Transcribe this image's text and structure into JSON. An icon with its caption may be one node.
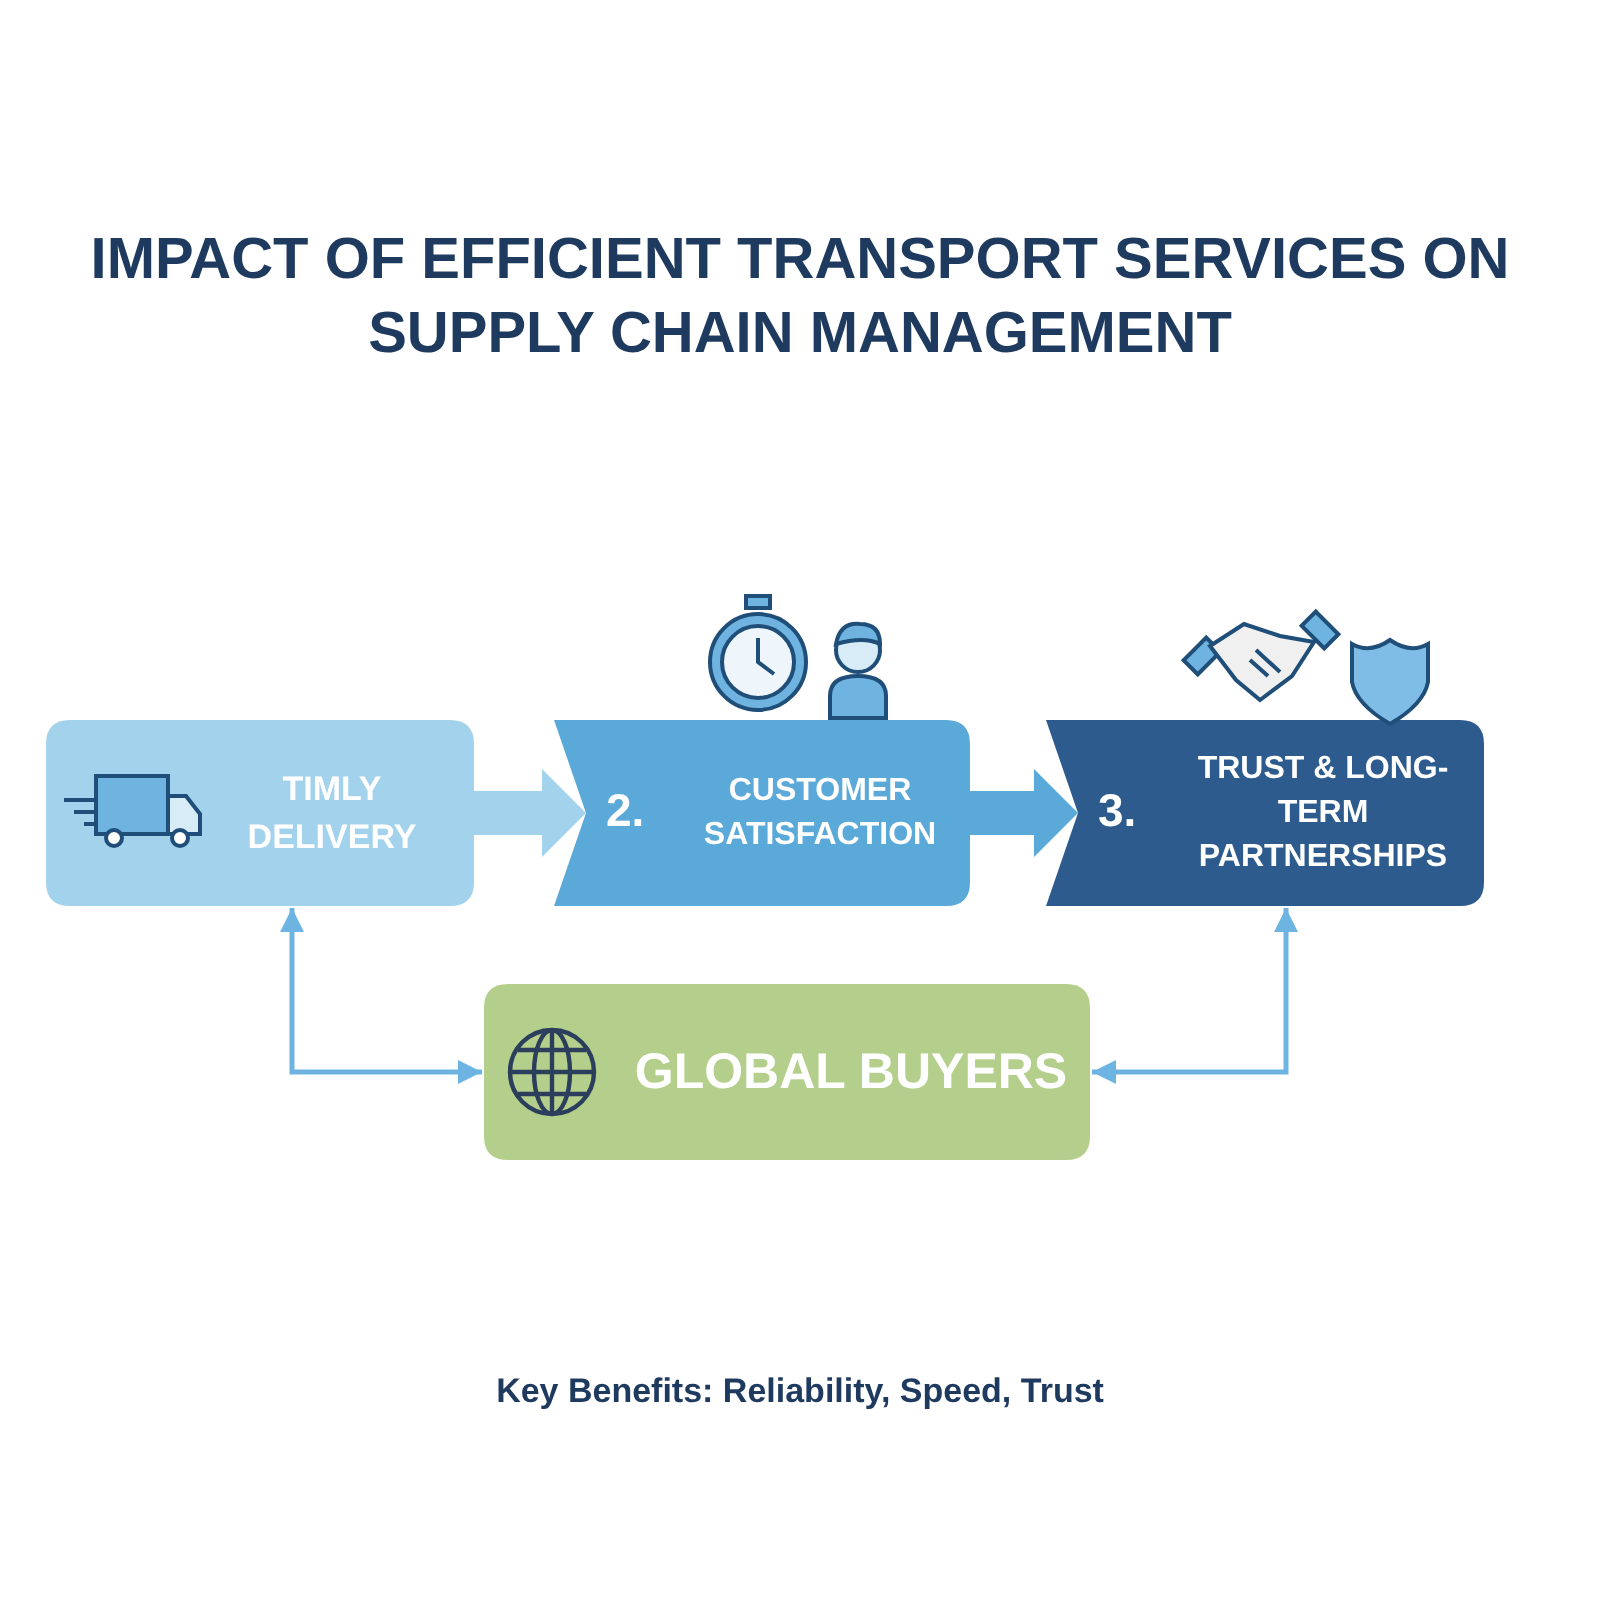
{
  "diagram": {
    "title": "IMPACT OF EFFICIENT TRANSPORT SERVICES ON SUPPLY CHAIN MANAGEMENT",
    "nodes": [
      {
        "text": [
          "TIMLY DELIVERY"
        ]
      },
      {
        "text": [
          "2.",
          "CUSTOMER SATISFACTION"
        ]
      },
      {
        "text": [
          "3.",
          "TRUST & LONG-TERM PARTNERSHIPS"
        ]
      },
      {
        "text": [
          "GLOBAL BUYERS"
        ]
      }
    ],
    "edges": [
      {
        "from": 0,
        "to": 1,
        "arrow": "to",
        "style": "thick",
        "color": "#a3d2ec"
      },
      {
        "from": 1,
        "to": 2,
        "arrow": "to",
        "style": "thick",
        "color": "#5aa9d8"
      },
      {
        "from": 0,
        "to": 3,
        "arrow": "both"
      },
      {
        "from": 2,
        "to": 3,
        "arrow": "both"
      }
    ],
    "labels": [
      "Key Benefits: Reliability, Speed, Trust"
    ]
  }
}
